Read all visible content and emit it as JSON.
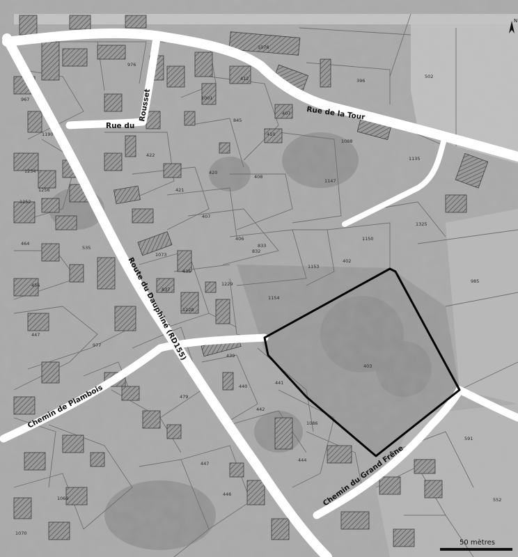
{
  "colors": {
    "background": "#a9a9a9",
    "aerial_dark": "#8f8f8f",
    "field_light": "#bdbdbd",
    "road": "#ffffff",
    "parcel_line": "#6b6b6b",
    "building_hatch": "#5a5a5a",
    "outline": "#000000",
    "text": "#111111"
  },
  "streets": {
    "rue_du_rousset": "Rue du Rousset",
    "rue_de_la_tour": "Rue de la Tour",
    "route_du_dauphine": "Route du Dauphiné (RD155)",
    "chemin_de_plambois": "Chemin de Plambois",
    "chemin_du_grand_frene": "Chemin du Grand Frêne"
  },
  "north_arrow": {
    "label": "N",
    "icon": "north-arrow-icon"
  },
  "scale_bar": {
    "label": "50 mètres"
  },
  "parcels": [
    "1076",
    "976",
    "412",
    "396",
    "502",
    "967",
    "1001",
    "845",
    "407",
    "410",
    "1088",
    "1190",
    "422",
    "1135",
    "1254",
    "1256",
    "408",
    "420",
    "421",
    "1147",
    "1252",
    "407",
    "1325",
    "1150",
    "464",
    "406",
    "833",
    "832",
    "1153",
    "402",
    "535",
    "1073",
    "435",
    "1154",
    "456",
    "837",
    "1229",
    "1228",
    "447",
    "439",
    "403",
    "977",
    "440",
    "441",
    "985",
    "444",
    "1086",
    "442",
    "479",
    "447",
    "446",
    "1070",
    "1069",
    "591",
    "552"
  ]
}
